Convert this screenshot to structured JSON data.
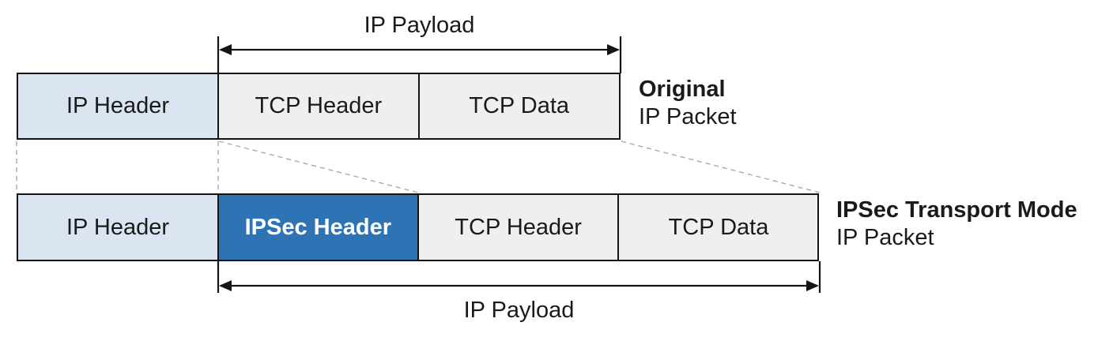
{
  "colors": {
    "box_border": "#141414",
    "ip_header_fill": "#dbe5f1",
    "ipsec_header_fill": "#2e74b5",
    "plain_fill": "#efefed",
    "text": "#1a1a1a",
    "ipsec_text": "#ffffff",
    "dash": "#a9a9a9",
    "background": "#ffffff"
  },
  "top_arrow": {
    "label": "IP Payload"
  },
  "bottom_arrow": {
    "label": "IP Payload"
  },
  "original_packet": {
    "caption_bold": "Original",
    "caption_rest": "IP Packet",
    "segments": [
      {
        "label": "IP Header"
      },
      {
        "label": "TCP Header"
      },
      {
        "label": "TCP Data"
      }
    ]
  },
  "ipsec_packet": {
    "caption_bold": "IPSec Transport Mode",
    "caption_rest": "IP Packet",
    "segments": [
      {
        "label": "IP Header"
      },
      {
        "label": "IPSec Header"
      },
      {
        "label": "TCP Header"
      },
      {
        "label": "TCP Data"
      }
    ]
  }
}
